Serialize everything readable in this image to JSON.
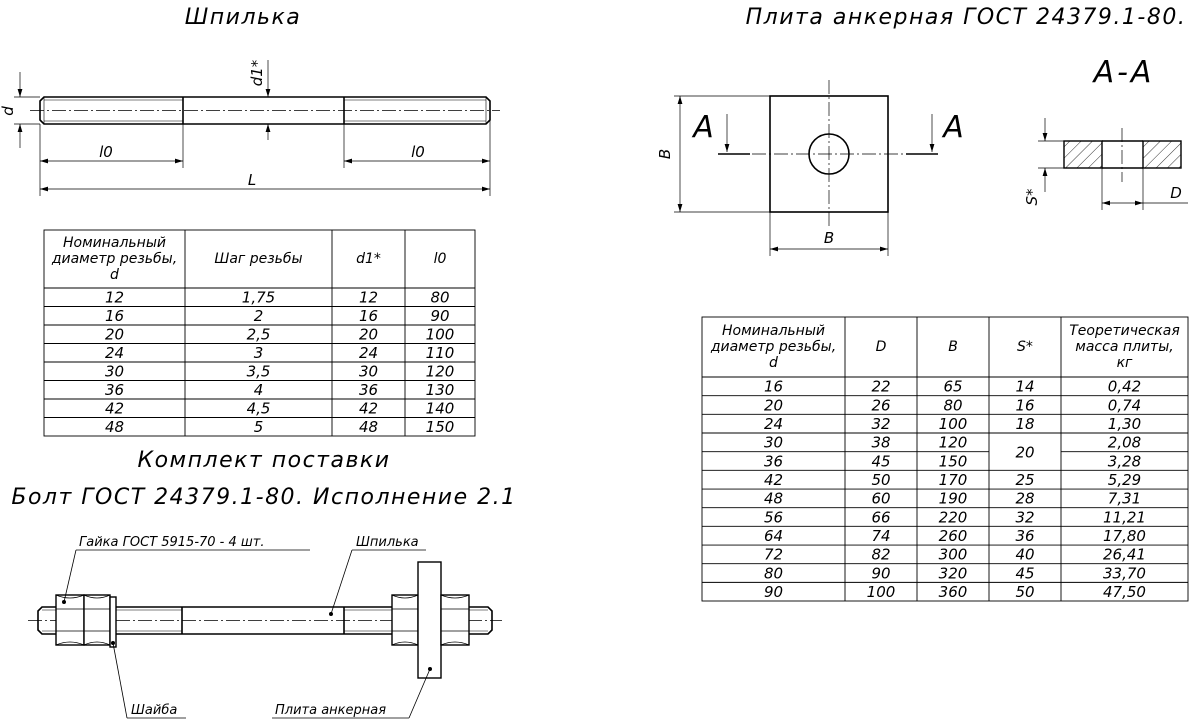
{
  "stud": {
    "title": "Шпилька",
    "dim_d": "d",
    "dim_d1": "d1*",
    "dim_l0_left": "l0",
    "dim_l0_right": "l0",
    "dim_L": "L"
  },
  "stud_table": {
    "headers": [
      "Номинальный|диаметр резьбы,|d",
      "Шаг резьбы",
      "d1*",
      "l0"
    ],
    "rows": [
      [
        "12",
        "1,75",
        "12",
        "80"
      ],
      [
        "16",
        "2",
        "16",
        "90"
      ],
      [
        "20",
        "2,5",
        "20",
        "100"
      ],
      [
        "24",
        "3",
        "24",
        "110"
      ],
      [
        "30",
        "3,5",
        "30",
        "120"
      ],
      [
        "36",
        "4",
        "36",
        "130"
      ],
      [
        "42",
        "4,5",
        "42",
        "140"
      ],
      [
        "48",
        "5",
        "48",
        "150"
      ]
    ]
  },
  "kit": {
    "title": "Комплект поставки",
    "subtitle": "Болт ГОСТ 24379.1-80. Исполнение 2.1",
    "label_nut": "Гайка ГОСТ 5915-70 - 4 шт.",
    "label_stud": "Шпилька",
    "label_washer": "Шайба",
    "label_plate": "Плита анкерная"
  },
  "plate": {
    "title": "Плита анкерная ГОСТ 24379.1-80.",
    "section_title": "А-А",
    "section_mark_left": "А",
    "section_mark_right": "А",
    "dim_B_vertical": "B",
    "dim_B_horizontal": "B",
    "dim_S": "S*",
    "dim_D": "D"
  },
  "plate_table": {
    "headers": [
      "Номинальный|диаметр резьбы,|d",
      "D",
      "B",
      "S*",
      "Теоретическая|масса плиты,|кг"
    ],
    "rows": [
      [
        "16",
        "22",
        "65",
        "14",
        "0,42"
      ],
      [
        "20",
        "26",
        "80",
        "16",
        "0,74"
      ],
      [
        "24",
        "32",
        "100",
        "18",
        "1,30"
      ],
      [
        "30",
        "38",
        "120",
        "20",
        "2,08"
      ],
      [
        "36",
        "45",
        "150",
        "",
        "3,28"
      ],
      [
        "42",
        "50",
        "170",
        "25",
        "5,29"
      ],
      [
        "48",
        "60",
        "190",
        "28",
        "7,31"
      ],
      [
        "56",
        "66",
        "220",
        "32",
        "11,21"
      ],
      [
        "64",
        "74",
        "260",
        "36",
        "17,80"
      ],
      [
        "72",
        "82",
        "300",
        "40",
        "26,41"
      ],
      [
        "80",
        "90",
        "320",
        "45",
        "33,70"
      ],
      [
        "90",
        "100",
        "360",
        "50",
        "47,50"
      ]
    ]
  }
}
